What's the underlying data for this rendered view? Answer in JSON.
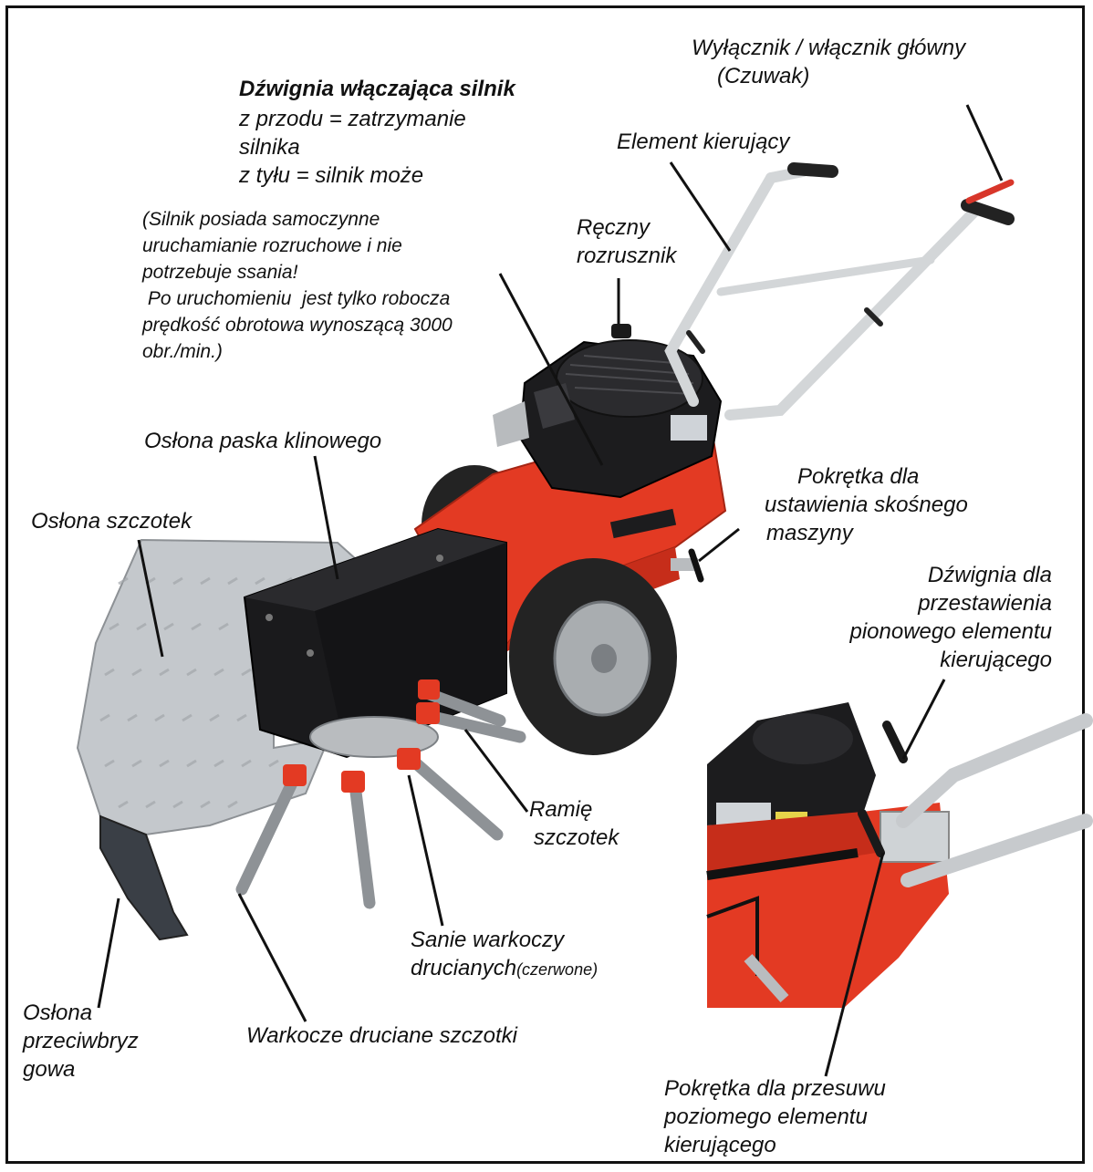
{
  "colors": {
    "frame": "#111111",
    "machine_red": "#e33a23",
    "motor_black": "#1c1c1e",
    "metal_grey": "#b9bcbf",
    "handle_silver": "#d3d6d8",
    "tire_black": "#232323"
  },
  "labels": {
    "main_switch": [
      "Wyłącznik / włącznik główny",
      "(Czuwak)"
    ],
    "engine_lever_title": "Dźwignia włączająca silnik",
    "engine_lever_lines": [
      "z przodu = zatrzymanie",
      "silnika",
      "z tyłu = silnik może"
    ],
    "engine_note": [
      "(Silnik posiada samoczynne",
      "uruchamianie rozruchowe  i nie",
      "potrzebuje  ssania!",
      " Po uruchomieniu  jest tylko robocza",
      "prędkość obrotowa wynoszącą 3000",
      "obr./min.)"
    ],
    "steering": "Element kierujący",
    "hand_starter": [
      "Ręczny",
      "rozrusznik"
    ],
    "belt_guard": "Osłona paska klinowego",
    "brush_guard": "Osłona szczotek",
    "tilt_knob": [
      "Pokrętka dla",
      "ustawienia skośnego",
      "maszyny"
    ],
    "vertical_lever": [
      "Dźwignia dla",
      "przestawienia",
      "pionowego elementu",
      "kierującego"
    ],
    "brush_arm": [
      "Ramię",
      "szczotek"
    ],
    "wire_sled_1": "Sanie warkoczy",
    "wire_sled_2_main": "drucianych",
    "wire_sled_2_suffix": "(czerwone)",
    "splash_guard": [
      "Osłona",
      "przeciwbryz",
      "gowa"
    ],
    "wire_brushes": "Warkocze druciane szczotki",
    "horizontal_knob": [
      "Pokrętka dla przesuwu",
      "poziomego elementu",
      "kierującego"
    ]
  }
}
